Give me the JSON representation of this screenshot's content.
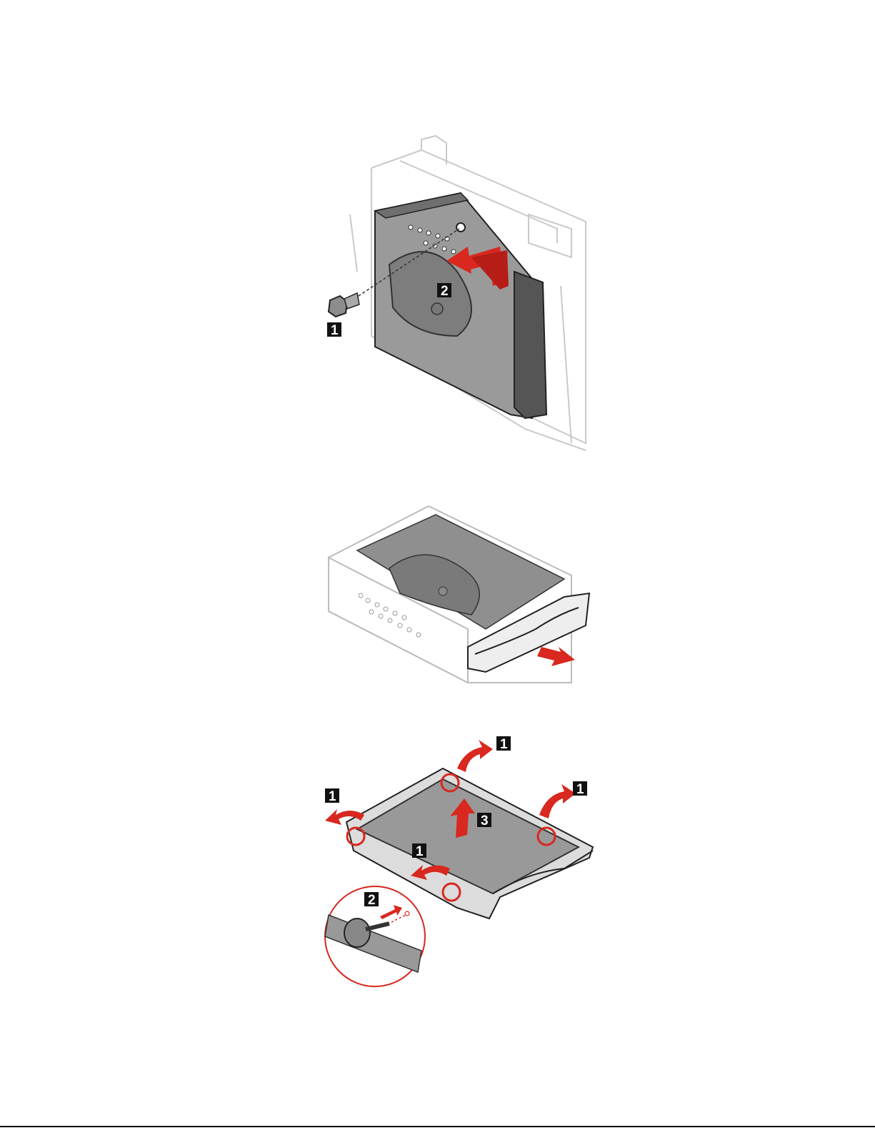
{
  "figures": [
    {
      "callouts": [
        "1",
        "2"
      ],
      "icons": [
        "screw-icon",
        "slide-out-arrow-icon"
      ]
    },
    {
      "callouts": [],
      "icons": [
        "pull-arrow-icon"
      ]
    },
    {
      "callouts": [
        "1",
        "1",
        "1",
        "1",
        "2",
        "3"
      ],
      "icons": [
        "flex-arrow-icon",
        "lift-arrow-icon",
        "pin-detail-icon"
      ]
    }
  ],
  "colors": {
    "accent_red": "#d8281f",
    "callout_bg": "#111111",
    "line_light": "#c8c8c8",
    "drive_gray": "#8a8a8a"
  }
}
